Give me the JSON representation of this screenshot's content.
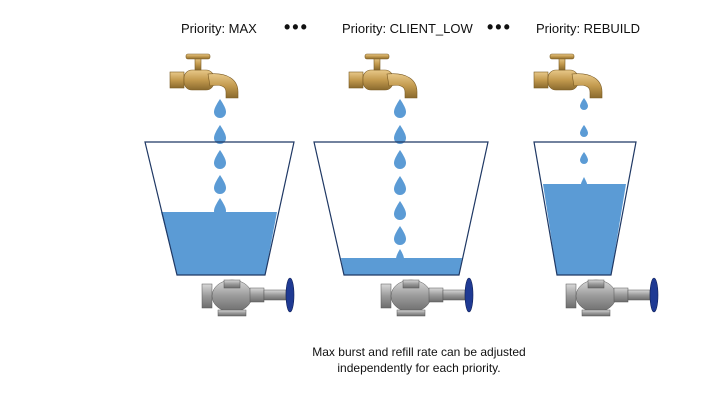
{
  "priorities": [
    {
      "label": "Priority: MAX",
      "fill_level": 0.46
    },
    {
      "label": "Priority: CLIENT_LOW",
      "fill_level": 0.13
    },
    {
      "label": "Priority: REBUILD",
      "fill_level": 0.67
    }
  ],
  "separator": "•••",
  "caption": "Max burst and refill rate can be adjusted independently for each priority.",
  "colors": {
    "water": "#5b9bd5",
    "water_edge": "#3f7fbf",
    "bucket_outline": "#1f3864",
    "faucet_brass": "#c8a25a",
    "valve_body": "#8c8c8c",
    "valve_handle": "#1f3a93"
  },
  "icons": [
    "faucet-icon",
    "water-drop-icon",
    "bucket-icon",
    "valve-icon"
  ]
}
